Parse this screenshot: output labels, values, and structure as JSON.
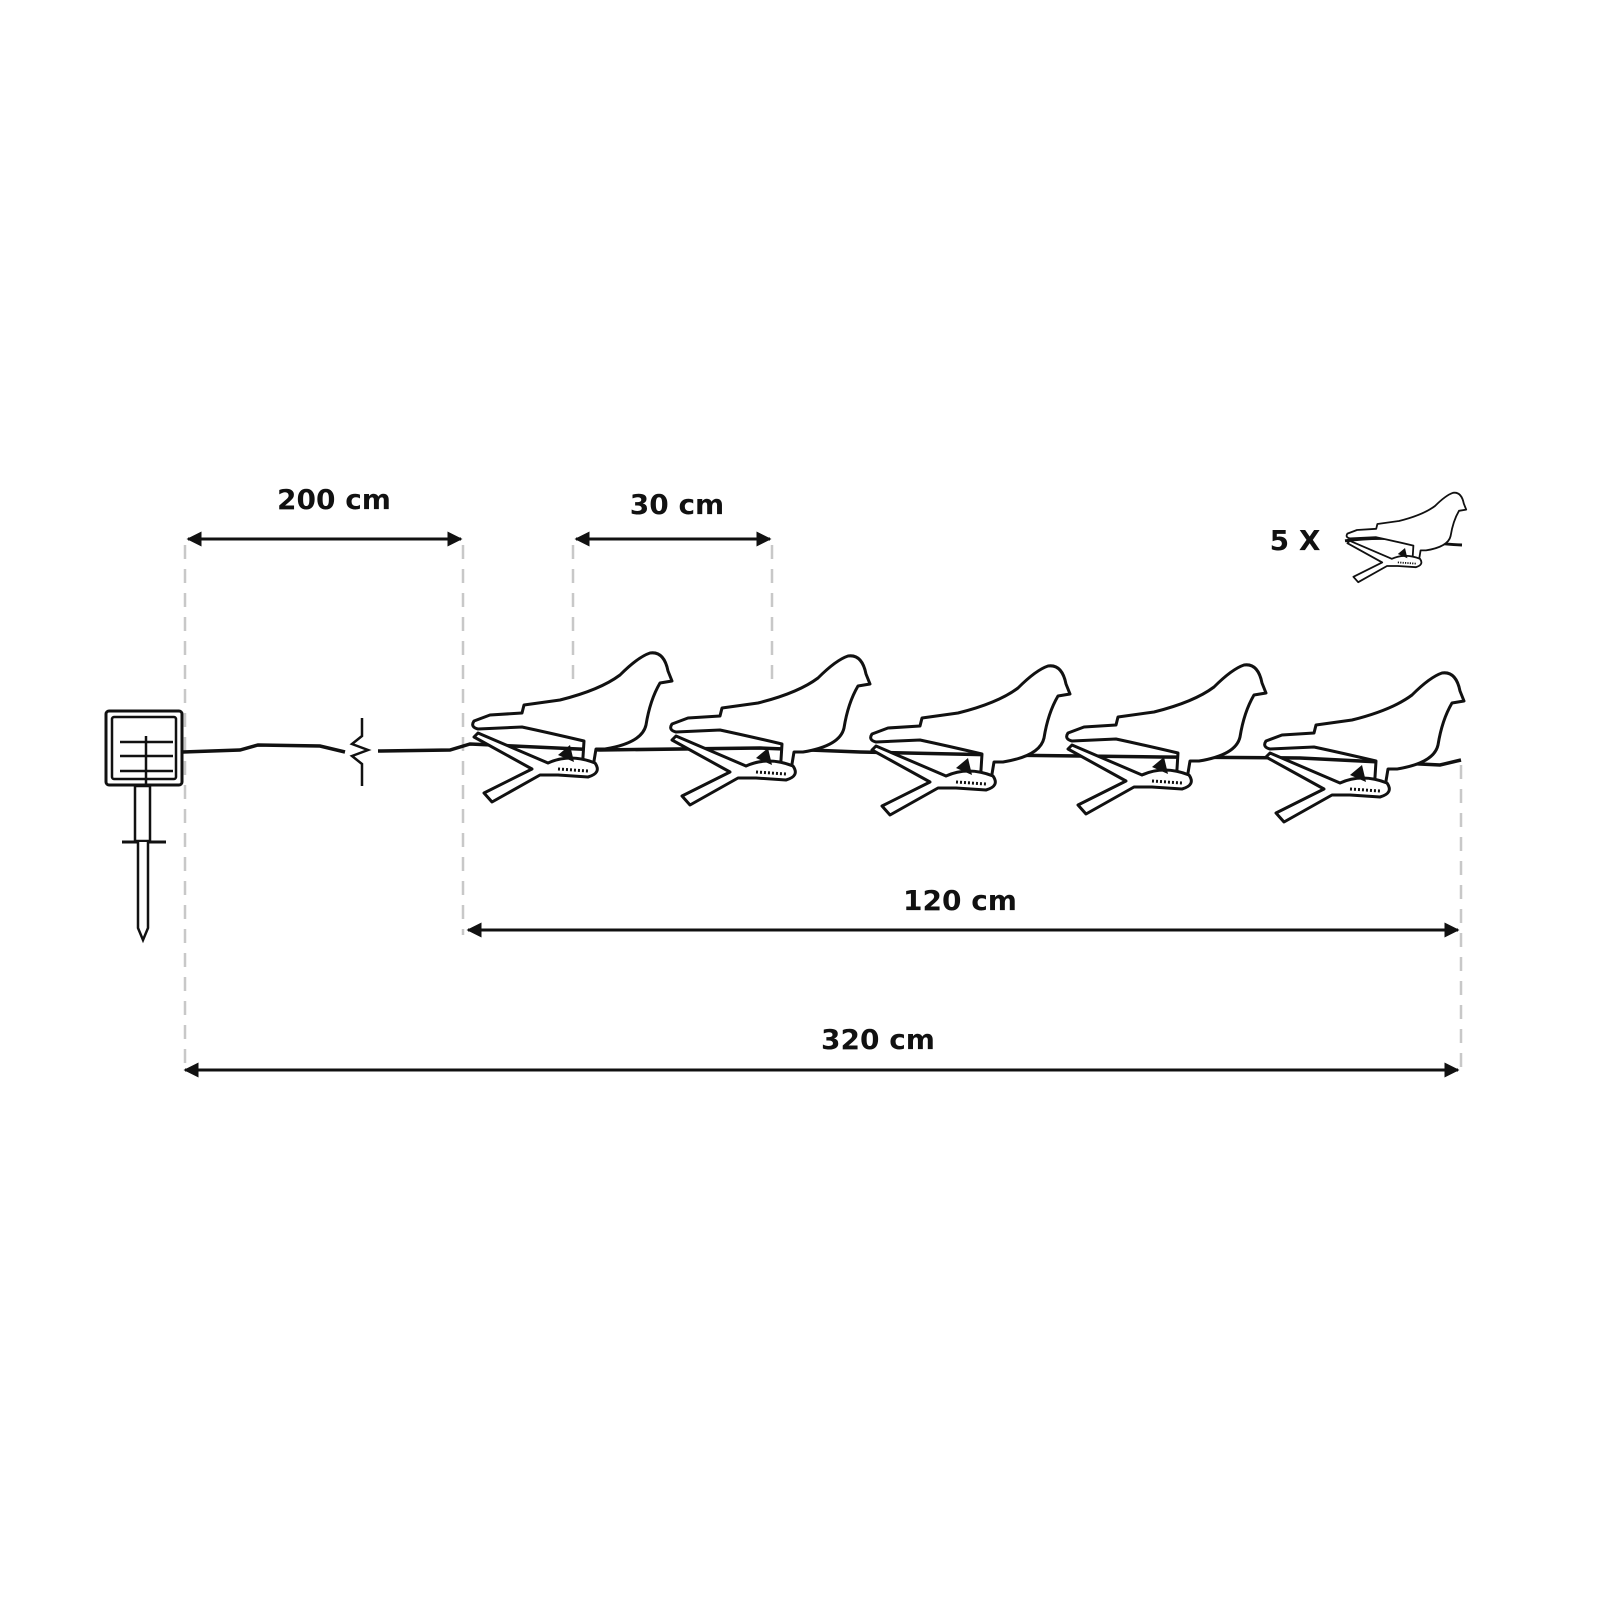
{
  "dimensions": {
    "cable_to_first_light": "200 cm",
    "light_spacing": "30 cm",
    "lit_section_length": "120 cm",
    "total_length": "320 cm"
  },
  "quantity_label": "5 X",
  "bird_count": 5,
  "colors": {
    "line": "#111111",
    "guide": "#c8c8c8"
  }
}
